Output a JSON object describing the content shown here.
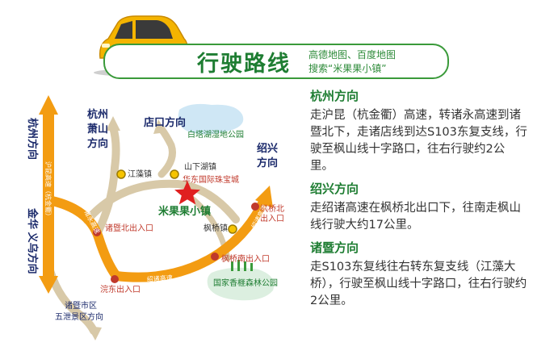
{
  "header": {
    "title": "行驶路线",
    "subtitle_line1": "高德地图、百度地图",
    "subtitle_line2": "搜索“米果果小镇”"
  },
  "map": {
    "dir_hangzhou_left": "杭州方向",
    "dir_jinhua_yiwu": "金华 义乌方向",
    "dir_hangzhou_xiaoshan_l1": "杭州",
    "dir_hangzhou_xiaoshan_l2": "萧山",
    "dir_hangzhou_xiaoshan_l3": "方向",
    "dir_diankou": "店口方向",
    "dir_shaoxing_l1": "绍兴",
    "dir_shaoxing_l2": "方向",
    "dir_zhuji_l1": "诸暨市区",
    "dir_zhuji_l2": "五泄景区方向",
    "place_baita": "白塔湖湿地公园",
    "place_jiangzao": "江藻镇",
    "place_shanxiahu": "山下湖镇",
    "place_huadong": "华东国际珠宝城",
    "place_miguoguo": "米果果小镇",
    "place_fengqiao": "枫桥镇",
    "place_forest": "国家香榧森林公园",
    "exit_zhujibei": "诸暨北出入口",
    "exit_fengqiaobei_l1": "枫桥北",
    "exit_fengqiaobei_l2": "出入口",
    "exit_fengqiaonan": "枫桥南出入口",
    "exit_huandong": "浣东出入口",
    "road_hukun": "沪昆高速（杭金衢）",
    "road_zhuyong": "诸永高速",
    "road_shaozhu_right": "绍诸高速",
    "road_shaozhu_bottom": "绍诸高速"
  },
  "routes": [
    {
      "title": "杭州方向",
      "body": "走沪昆（杭金衢）高速，转诸永高速到诸暨北下，走诸店线到达S103东复支线，行驶至枫山线十字路口，往右行驶约2公里。"
    },
    {
      "title": "绍兴方向",
      "body": "走绍诸高速在枫桥北出口下，往南走枫山线行驶大约17公里。"
    },
    {
      "title": "诸暨方向",
      "body": "走S103东复线往右转东复支线（江藻大桥），行驶至枫山线十字路口，往右行驶约2公里。"
    }
  ],
  "colors": {
    "brand_green": "#1e7d32",
    "highway_orange": "#f39c12",
    "road_beige": "#d8c9a8",
    "label_navy": "#1b2a6b",
    "exit_red": "#c0392b"
  }
}
